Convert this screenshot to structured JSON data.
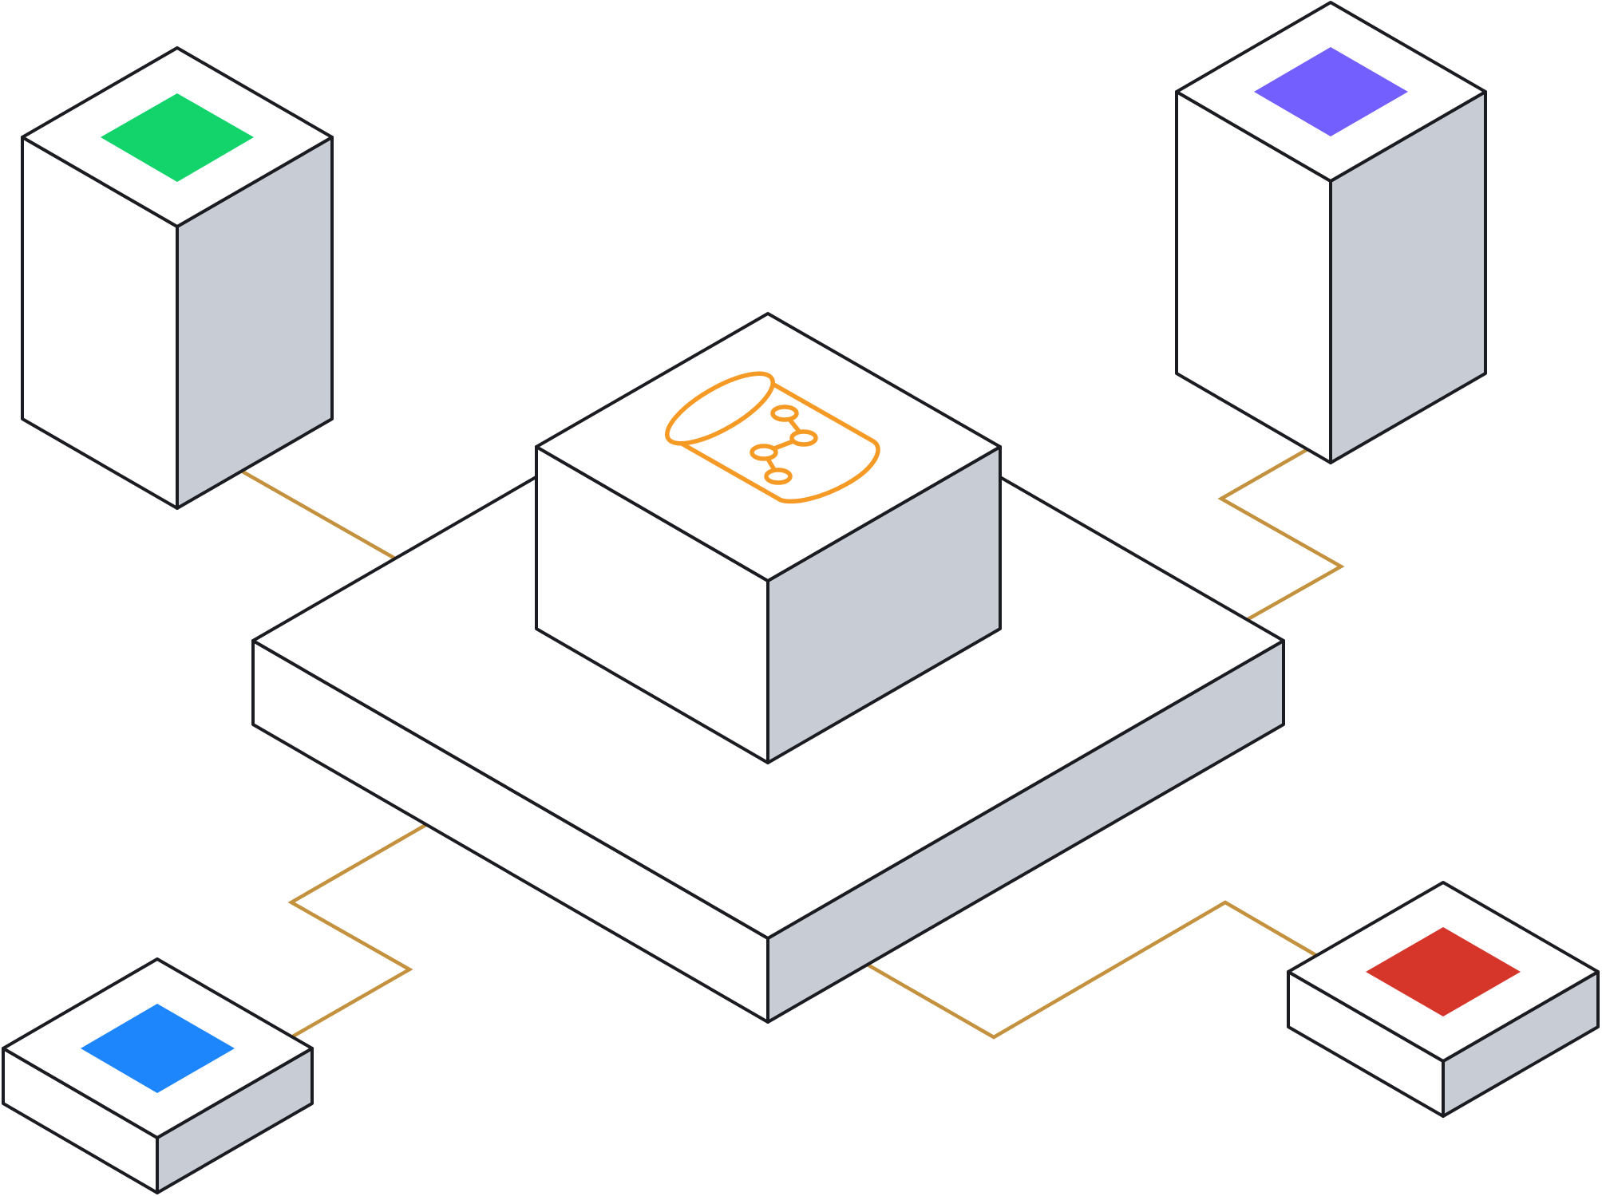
{
  "diagram": {
    "palette": {
      "outline": "#1b1c22",
      "top_face": "#ffffff",
      "front_face": "#ffffff",
      "side_face": "#c8cdd5",
      "connector": "#c4923f",
      "hub_icon": "#f59a25"
    },
    "hub": {
      "icon": "database-graph-icon"
    },
    "nodes": [
      {
        "name": "top-left-server",
        "accent": "#12d46b"
      },
      {
        "name": "top-right-server",
        "accent": "#735efe"
      },
      {
        "name": "bottom-left-block",
        "accent": "#1e86fd"
      },
      {
        "name": "bottom-right-block",
        "accent": "#d6352a"
      }
    ]
  }
}
